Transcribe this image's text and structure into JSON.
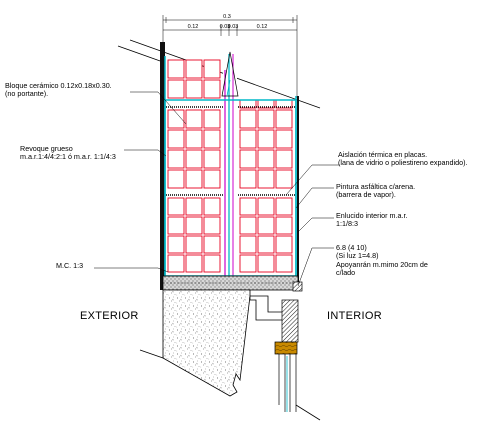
{
  "dimensions": {
    "total": "0.3",
    "left": "0.12",
    "gap_a": "0.03",
    "gap_b": "0.03",
    "right": "0.12"
  },
  "annotations": {
    "brick": [
      "Bloque cerámico 0.12x0.18x0.30.",
      "(no portante)."
    ],
    "plaster": [
      "Revoque grueso",
      "m.a.r.1:4/4:2:1 ó m.a.r. 1:1/4:3"
    ],
    "mc": "M.C. 1:3",
    "insulation": [
      "Aislación térmica en placas.",
      "(lana de vidrio o poliestireno expandido)."
    ],
    "paint": [
      "Pintura asfáltica c/arena.",
      "(barrera de vapor)."
    ],
    "inner_plaster": [
      "Enlucido interior m.a.r.",
      "1:1/8:3"
    ],
    "rebar": [
      "6.8 (4 10)",
      "(Si luz 1=4.8)",
      "Apoyanrán m.mimo 20cm de",
      "c/lado"
    ]
  },
  "zones": {
    "exterior": "EXTERIOR",
    "interior": "INTERIOR"
  },
  "colors": {
    "brick": "#e8001e",
    "cavity": "#cc00cc",
    "insulation": "#00b8c8",
    "lines": "#000000"
  }
}
